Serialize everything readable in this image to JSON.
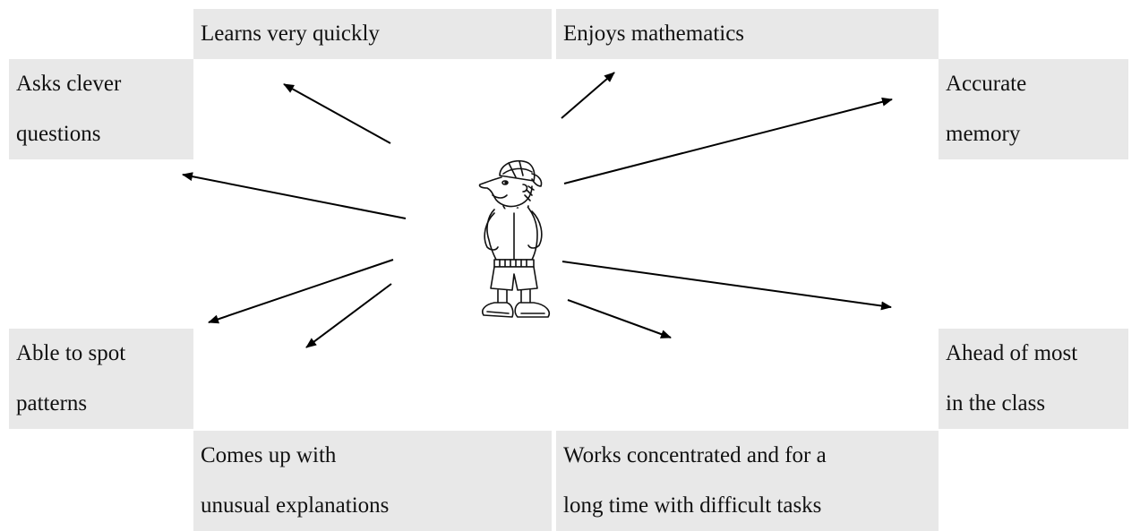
{
  "boxes": {
    "learns": {
      "lines": [
        "Learns very quickly"
      ]
    },
    "enjoys": {
      "lines": [
        "Enjoys mathematics"
      ]
    },
    "asks": {
      "lines": [
        "Asks clever",
        "questions"
      ]
    },
    "accurate": {
      "lines": [
        "Accurate",
        "memory"
      ]
    },
    "able": {
      "lines": [
        "Able to spot",
        "patterns"
      ]
    },
    "ahead": {
      "lines": [
        "Ahead of most",
        "in the class"
      ]
    },
    "comes": {
      "lines": [
        "Comes up with",
        "unusual explanations"
      ]
    },
    "works": {
      "lines": [
        "Works concentrated and for a",
        "long time with difficult tasks"
      ]
    }
  },
  "figure": {
    "icon": "cartoon-boy-icon"
  },
  "colors": {
    "box_fill": "#e8e8e8",
    "arrow": "#000000"
  }
}
